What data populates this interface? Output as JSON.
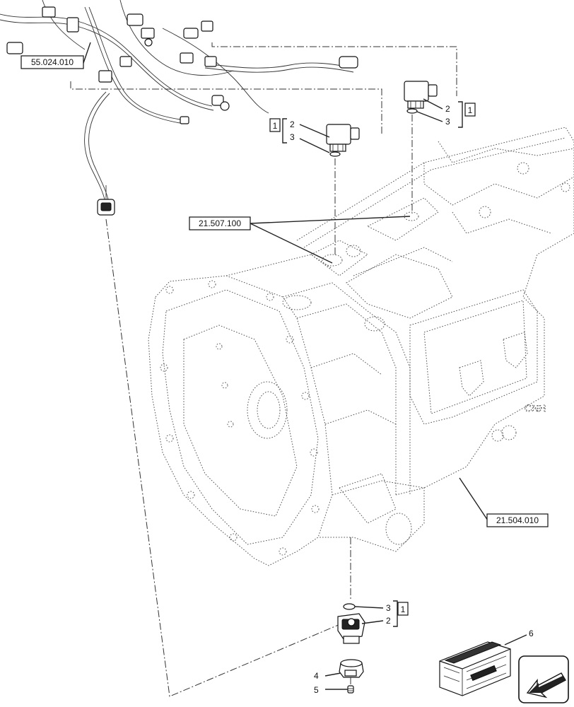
{
  "callouts": {
    "ref_harness": "55.024.010",
    "ref_sensor_port": "21.507.100",
    "ref_transmission": "21.504.010",
    "kit_upper_left": "1",
    "kit_upper_right": "1",
    "kit_lower": "1",
    "item2_left": "2",
    "item3_left": "3",
    "item2_right": "2",
    "item3_right": "3",
    "item3_lower": "3",
    "item2_lower": "2",
    "item4": "4",
    "item5": "5",
    "item6": "6"
  }
}
